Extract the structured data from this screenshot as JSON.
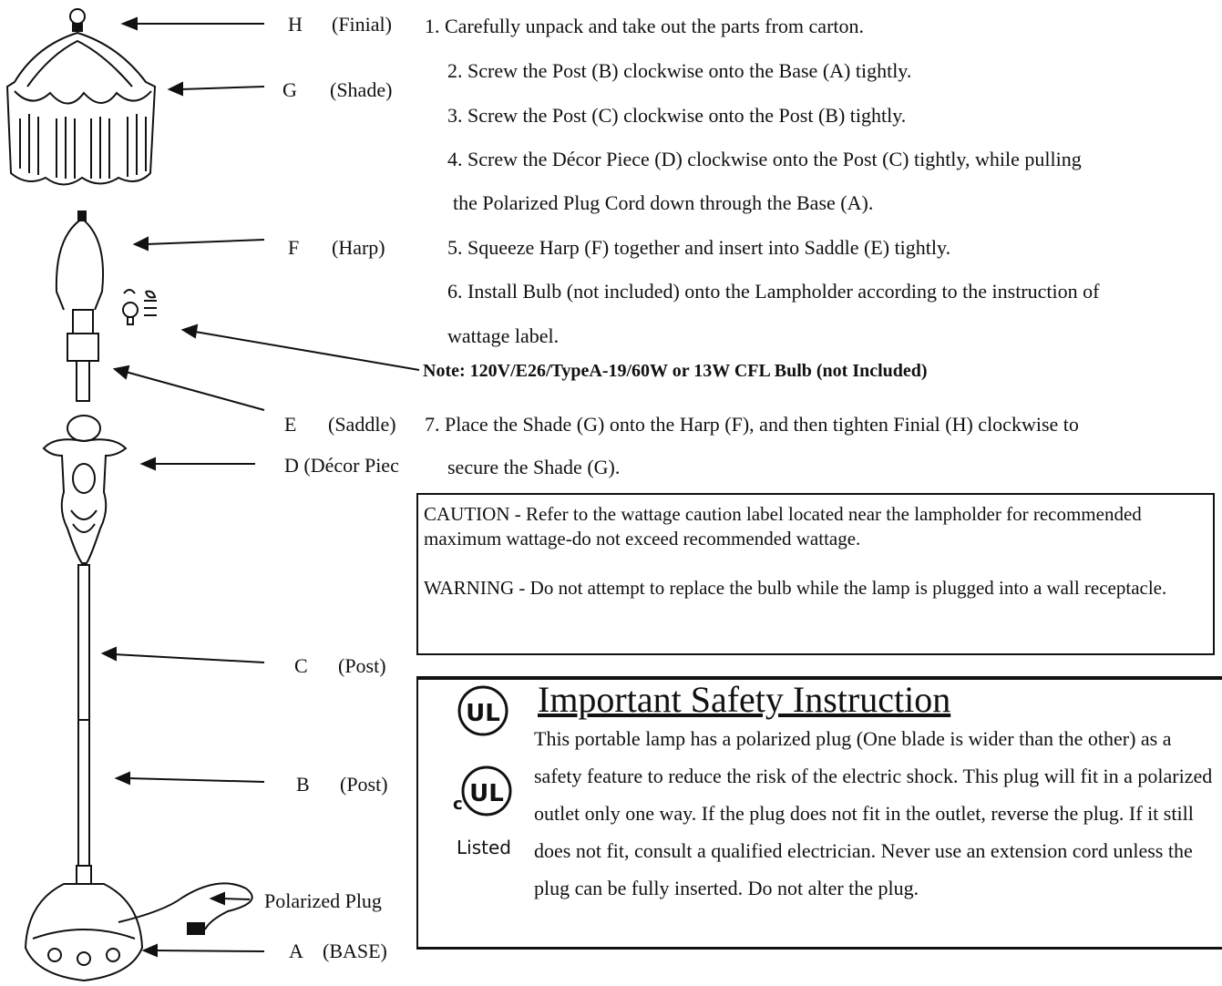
{
  "parts": [
    {
      "letter": "H",
      "name": "(Finial)"
    },
    {
      "letter": "G",
      "name": "(Shade)"
    },
    {
      "letter": "F",
      "name": "(Harp)"
    },
    {
      "letter": "E",
      "name": "(Saddle)"
    },
    {
      "letter": "D",
      "name": "(Décor Piec"
    },
    {
      "letter": "C",
      "name": "(Post)"
    },
    {
      "letter": "B",
      "name": "(Post)"
    },
    {
      "letter": "",
      "name": "Polarized Plug"
    },
    {
      "letter": "A",
      "name": "(BASE)"
    }
  ],
  "steps": [
    "1. Carefully unpack and take out the parts from carton.",
    "2. Screw the Post (B) clockwise onto the Base (A) tightly.",
    "3. Screw the Post (C) clockwise onto the Post (B) tightly.",
    "4. Screw the Décor Piece (D) clockwise onto the Post (C) tightly, while pulling",
    "the Polarized Plug Cord down through the Base (A).",
    "5. Squeeze Harp (F) together and insert into Saddle (E) tightly.",
    "6. Install Bulb (not included) onto the Lampholder according to the instruction of",
    "wattage label.",
    "7. Place the Shade (G) onto the Harp (F), and then tighten Finial (H) clockwise to",
    "secure the Shade (G)."
  ],
  "note": "Note: 120V/E26/TypeA-19/60W or 13W CFL Bulb (not Included)",
  "caution": "CAUTION - Refer to the wattage caution label located near the lampholder for recommended maximum wattage-do not exceed recommended wattage.",
  "warning": "WARNING - Do not attempt to replace the bulb while the lamp is plugged into a wall receptacle.",
  "safety": {
    "title": "Important Safety Instruction",
    "body": "This portable lamp has a polarized plug (One blade is wider than the other) as a safety feature to reduce the risk of the electric shock. This plug will fit in a polarized outlet only one way. If the plug does not fit in the outlet, reverse the plug. If it still does not fit, consult a qualified electrician. Never use an extension cord unless the plug can be fully inserted. Do not alter the plug."
  },
  "ul_logo": {
    "letters": "UL",
    "c_letter": "c",
    "listed": "Listed"
  }
}
